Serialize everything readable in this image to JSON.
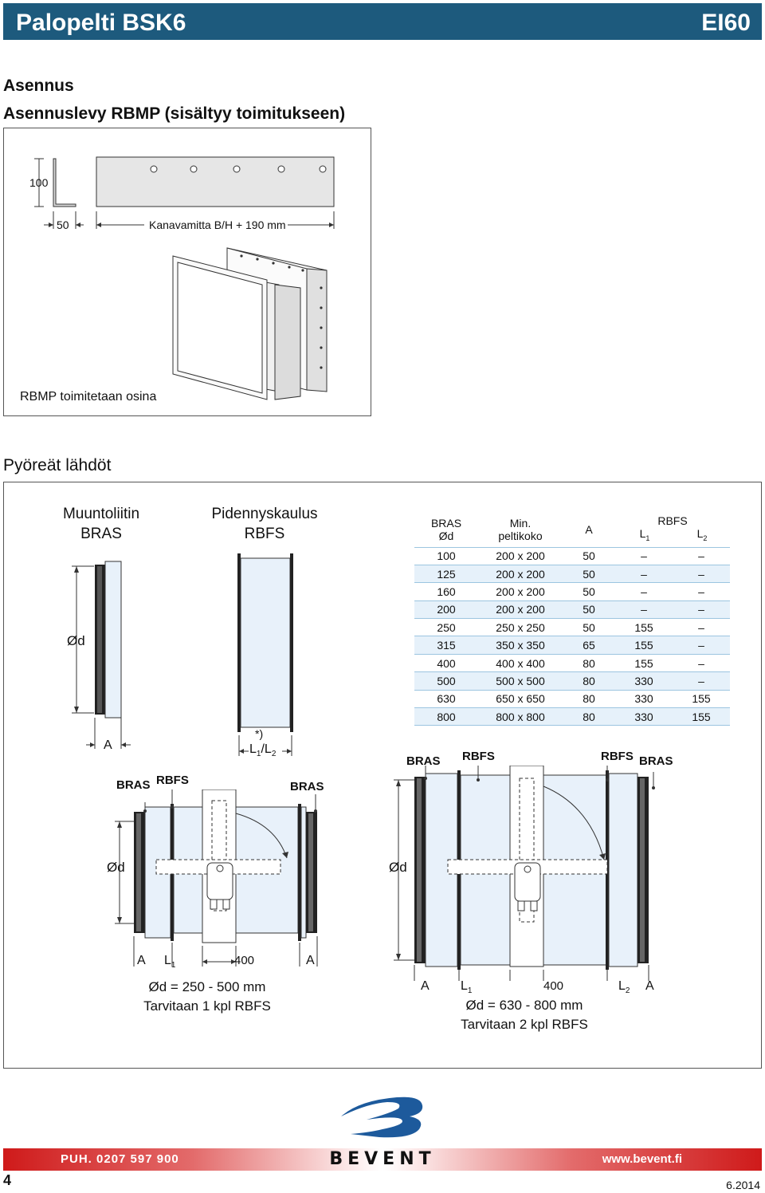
{
  "header": {
    "title": "Palopelti BSK6",
    "code": "EI60"
  },
  "section1": {
    "heading": "Asennus",
    "subheading": "Asennuslevy RBMP (sisältyy toimitukseen)",
    "dim_height": "100",
    "dim_width": "50",
    "dim_duct": "Kanavamitta B/H + 190 mm",
    "caption": "RBMP toimitetaan osina"
  },
  "section2": {
    "heading": "Pyöreät lähdöt",
    "muunto_title": "Muuntoliitin",
    "muunto_sub": "BRAS",
    "piden_title": "Pidennyskaulus",
    "piden_sub": "RBFS",
    "od": "Ød",
    "a": "A",
    "star": "*)",
    "l1l2": "L1/L2",
    "l1l2_main": "L",
    "l1_sub": "1",
    "slash": "/L",
    "l2_sub": "2"
  },
  "table": {
    "h_bras": "BRAS",
    "h_od": "Ød",
    "h_min": "Min.",
    "h_pelti": "peltikoko",
    "h_a": "A",
    "h_rbfs": "RBFS",
    "h_l1": "L",
    "h_l1_sub": "1",
    "h_l2": "L",
    "h_l2_sub": "2",
    "rows": [
      [
        "100",
        "200 x 200",
        "50",
        "–",
        "–"
      ],
      [
        "125",
        "200 x 200",
        "50",
        "–",
        "–"
      ],
      [
        "160",
        "200 x 200",
        "50",
        "–",
        "–"
      ],
      [
        "200",
        "200 x 200",
        "50",
        "–",
        "–"
      ],
      [
        "250",
        "250 x 250",
        "50",
        "155",
        "–"
      ],
      [
        "315",
        "350 x 350",
        "65",
        "155",
        "–"
      ],
      [
        "400",
        "400 x 400",
        "80",
        "155",
        "–"
      ],
      [
        "500",
        "500 x 500",
        "80",
        "330",
        "–"
      ],
      [
        "630",
        "650 x 650",
        "80",
        "330",
        "155"
      ],
      [
        "800",
        "800 x 800",
        "80",
        "330",
        "155"
      ]
    ]
  },
  "diagram_left": {
    "bras_left": "BRAS",
    "rbfs": "RBFS",
    "bras_right": "BRAS",
    "od": "Ød",
    "a_left": "A",
    "l1": "L",
    "l1_sub": "1",
    "dim_400": "400",
    "a_right": "A",
    "caption1": "Ød = 250 - 500 mm",
    "caption2": "Tarvitaan 1 kpl RBFS"
  },
  "diagram_right": {
    "bras_left": "BRAS",
    "rbfs_left": "RBFS",
    "rbfs_right": "RBFS",
    "bras_right": "BRAS",
    "od": "Ød",
    "a_left": "A",
    "l1": "L",
    "l1_sub": "1",
    "dim_400": "400",
    "l2": "L",
    "l2_sub": "2",
    "a_right": "A",
    "caption1": "Ød = 630 - 800 mm",
    "caption2": "Tarvitaan 2 kpl RBFS"
  },
  "footer": {
    "phone": "PUH.  0207 597 900",
    "web": "www.bevent.fi",
    "brand": "BEVENT",
    "page": "4",
    "date": "6.2014"
  },
  "colors": {
    "header": "#1d5a7d",
    "brand_blue": "#1d5a9c",
    "footer_red": "#cf1a1a",
    "table_row": "#e6f1fa",
    "duct_fill": "#e8f1fa"
  }
}
